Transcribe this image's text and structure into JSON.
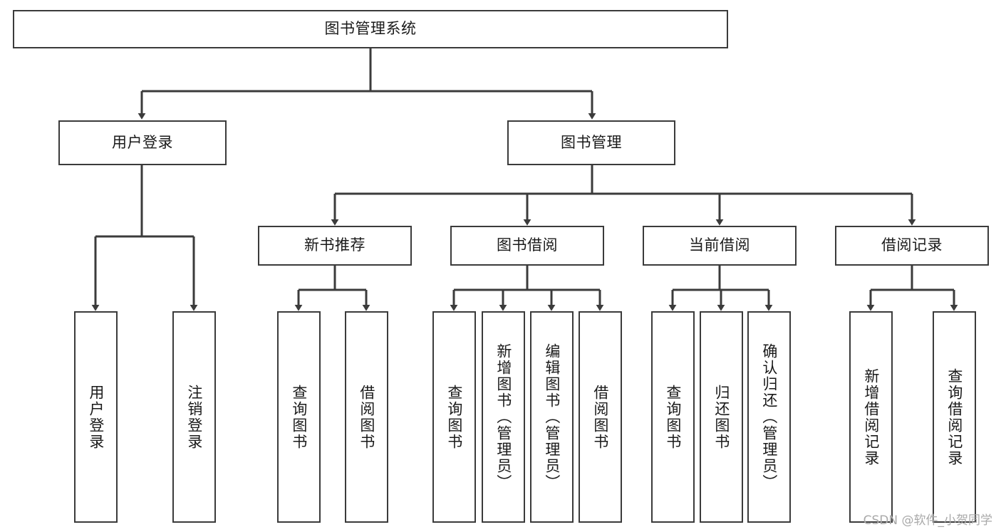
{
  "diagram": {
    "title": "图书管理系统",
    "type": "tree-hierarchy-chart",
    "orientation": "top-down",
    "colors": {
      "box_border": "#3b3b3b",
      "connector": "#3b3b3b",
      "background": "#ffffff",
      "text": "#1a1a1a",
      "watermark": "#a9a9a9"
    },
    "levels": [
      {
        "level": 0,
        "nodes": [
          {
            "id": "root",
            "label": "图书管理系统",
            "orientation": "horizontal"
          }
        ]
      },
      {
        "level": 1,
        "nodes": [
          {
            "id": "user-login",
            "label": "用户登录",
            "orientation": "horizontal",
            "parent": "root"
          },
          {
            "id": "book-manage",
            "label": "图书管理",
            "orientation": "horizontal",
            "parent": "root"
          }
        ]
      },
      {
        "level": 2,
        "nodes": [
          {
            "id": "new-book-rec",
            "label": "新书推荐",
            "orientation": "horizontal",
            "parent": "book-manage"
          },
          {
            "id": "book-borrow",
            "label": "图书借阅",
            "orientation": "horizontal",
            "parent": "book-manage"
          },
          {
            "id": "current-borrow",
            "label": "当前借阅",
            "orientation": "horizontal",
            "parent": "book-manage"
          },
          {
            "id": "borrow-record",
            "label": "借阅记录",
            "orientation": "horizontal",
            "parent": "book-manage"
          }
        ]
      },
      {
        "level": 3,
        "nodes": [
          {
            "id": "leaf-user-login",
            "label": "用户登录",
            "orientation": "vertical",
            "parent": "user-login"
          },
          {
            "id": "leaf-logout",
            "label": "注销登录",
            "orientation": "vertical",
            "parent": "user-login"
          },
          {
            "id": "leaf-query-book-1",
            "label": "查询图书",
            "orientation": "vertical",
            "parent": "new-book-rec"
          },
          {
            "id": "leaf-borrow-book-1",
            "label": "借阅图书",
            "orientation": "vertical",
            "parent": "new-book-rec"
          },
          {
            "id": "leaf-query-book-2",
            "label": "查询图书",
            "orientation": "vertical",
            "parent": "book-borrow"
          },
          {
            "id": "leaf-add-book",
            "label": "新增图书（管理员）",
            "orientation": "vertical",
            "parent": "book-borrow"
          },
          {
            "id": "leaf-edit-book",
            "label": "编辑图书（管理员）",
            "orientation": "vertical",
            "parent": "book-borrow"
          },
          {
            "id": "leaf-borrow-book-2",
            "label": "借阅图书",
            "orientation": "vertical",
            "parent": "book-borrow"
          },
          {
            "id": "leaf-query-book-3",
            "label": "查询图书",
            "orientation": "vertical",
            "parent": "current-borrow"
          },
          {
            "id": "leaf-return-book",
            "label": "归还图书",
            "orientation": "vertical",
            "parent": "current-borrow"
          },
          {
            "id": "leaf-confirm-return",
            "label": "确认归还（管理员）",
            "orientation": "vertical",
            "parent": "current-borrow"
          },
          {
            "id": "leaf-add-record",
            "label": "新增借阅记录",
            "orientation": "vertical",
            "parent": "borrow-record"
          },
          {
            "id": "leaf-query-record",
            "label": "查询借阅记录",
            "orientation": "vertical",
            "parent": "borrow-record"
          }
        ]
      }
    ]
  },
  "watermark": {
    "text": "CSDN @软件_小贺同学"
  }
}
